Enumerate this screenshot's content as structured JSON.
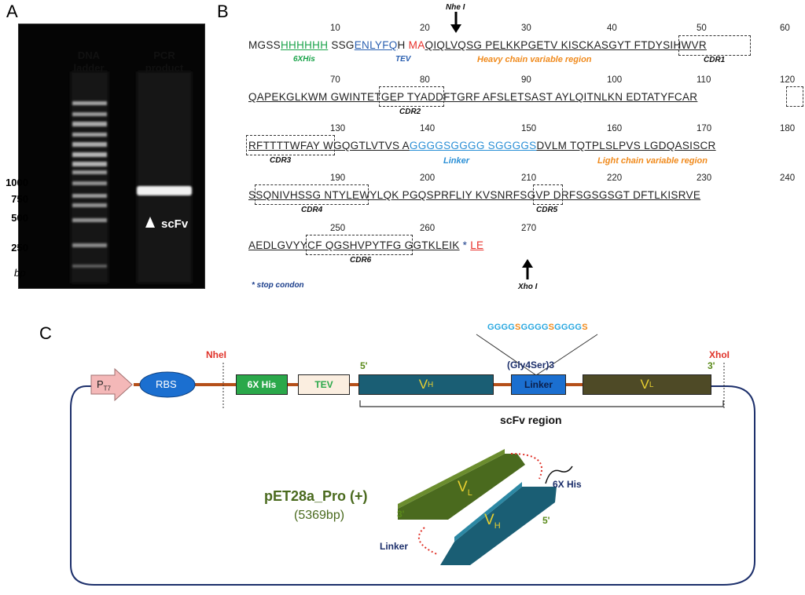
{
  "panels": {
    "a": "A",
    "b": "B",
    "c": "C"
  },
  "gel": {
    "ladder_label": [
      "DNA",
      "ladder"
    ],
    "pcr_label": [
      "PCR",
      "product"
    ],
    "sizes": [
      "1000",
      "750",
      "500",
      "250"
    ],
    "unit": "bp",
    "band_label": "scFv"
  },
  "sequence": {
    "nhe_label": "Nhe I",
    "xho_label": "Xho I",
    "rows": [
      {
        "segments": [
          {
            "t": "MGSS",
            "c": "#222222"
          },
          {
            "t": "HHHHHH",
            "c": "#1aa34a",
            "u": true
          },
          {
            "t": " SSG",
            "c": "#222222"
          },
          {
            "t": "ENLYFQ",
            "c": "#2a5fb0",
            "u": true
          },
          {
            "t": "H ",
            "c": "#222222"
          },
          {
            "t": "MA",
            "c": "#e8302a"
          },
          {
            "t": "QIQLVQSG PELKKPGETV KISCKASGYT FTDYSIHWVR",
            "c": "#222222",
            "u": true
          }
        ]
      },
      {
        "segments": [
          {
            "t": "QAPEKGLKWM GWINTETGEP TYADDFTGRF AFSLETSAST AYLQITNLKN EDTATYFCAR",
            "c": "#222222",
            "u": true
          }
        ]
      },
      {
        "segments": [
          {
            "t": "RFTTTTWFAY WGQGTLVTVS A",
            "c": "#222222",
            "u": true
          },
          {
            "t": "GGGGSGGGG SGGGGS",
            "c": "#2a8fd6",
            "u": true
          },
          {
            "t": "DVLM TQTPLSLPVS LGDQASISCR",
            "c": "#222222",
            "u": true
          }
        ]
      },
      {
        "segments": [
          {
            "t": "SSQNIVHSSG NTYLEWYLQK PGQSPRFLIY KVSNRFSGVP DRFSGSGSGT DFTLKISRVE",
            "c": "#222222",
            "u": true
          }
        ]
      },
      {
        "segments": [
          {
            "t": "AEDLGVYYCF QGSHVPYTFG GGTKLEIK",
            "c": "#222222",
            "u": true
          },
          {
            "t": " * ",
            "c": "#1c3f8c"
          },
          {
            "t": "LE",
            "c": "#e8302a",
            "u": true
          }
        ]
      }
    ],
    "numbers": [
      [
        "10",
        "20",
        "30",
        "40",
        "50",
        "60"
      ],
      [
        "70",
        "80",
        "90",
        "100",
        "110",
        "120"
      ],
      [
        "130",
        "140",
        "150",
        "160",
        "170",
        "180"
      ],
      [
        "190",
        "200",
        "210",
        "220",
        "230",
        "240"
      ],
      [
        "250",
        "260",
        "270"
      ]
    ],
    "tags": {
      "his": "6XHis",
      "tev": "TEV",
      "hcvr": "Heavy chain variable region",
      "cdr1": "CDR1",
      "cdr2": "CDR2",
      "cdr3": "CDR3",
      "linker": "Linker",
      "lcvr": "Light chain variable region",
      "cdr4": "CDR4",
      "cdr5": "CDR5",
      "cdr6": "CDR6",
      "stop": "* stop condon"
    }
  },
  "construct": {
    "linker_seq": [
      {
        "t": "GGGG",
        "c": "#2aa8e0"
      },
      {
        "t": "S",
        "c": "#f08a1c"
      },
      {
        "t": "GGGG",
        "c": "#2aa8e0"
      },
      {
        "t": "S",
        "c": "#f08a1c"
      },
      {
        "t": "GGGG",
        "c": "#2aa8e0"
      },
      {
        "t": "S",
        "c": "#f08a1c"
      }
    ],
    "nhe": "NheI",
    "xho": "XhoI",
    "five_prime": "5'",
    "three_prime": "3'",
    "gly4ser": "(Gly4Ser)3",
    "pt7_main": "P",
    "pt7_sub": "T7",
    "rbs": "RBS",
    "his6": "6X His",
    "tev": "TEV",
    "vh_main": "V",
    "vh_sub": "H",
    "linker": "Linker",
    "vl_main": "V",
    "vl_sub": "L",
    "scfv_region": "scFv region",
    "plasmid_name": "pET28a_Pro (+)",
    "plasmid_size": "(5369bp)",
    "model_vl_main": "V",
    "model_vl_sub": "L",
    "model_vh_main": "V",
    "model_vh_sub": "H",
    "model_his": "6X His",
    "model_three": "3'",
    "model_five": "5'",
    "model_linker": "Linker"
  },
  "colors": {
    "his_green": "#1aa34a",
    "tev_blue": "#2a5fb0",
    "red": "#e8302a",
    "linker_blue": "#2a8fd6",
    "orange": "#f08a1c",
    "navy": "#1c2f6b",
    "vh_teal": "#1a5e74",
    "vl_olive": "#4e4a26",
    "model_vl": "#4a6a1e"
  }
}
